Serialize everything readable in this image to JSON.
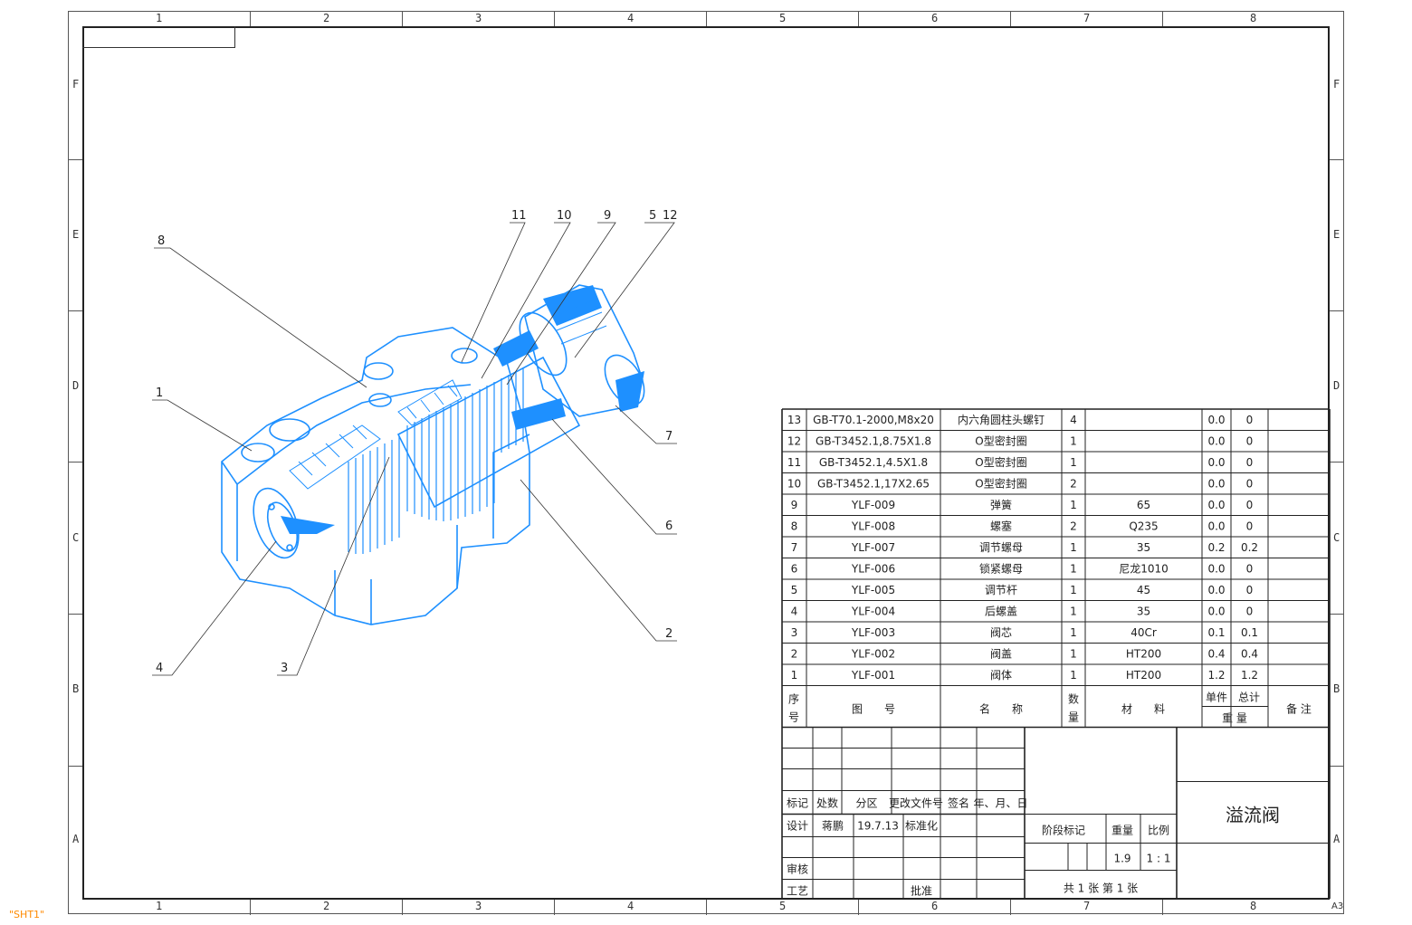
{
  "zones": {
    "columns": [
      "1",
      "2",
      "3",
      "4",
      "5",
      "6",
      "7",
      "8"
    ],
    "rows": [
      "F",
      "E",
      "D",
      "C",
      "B",
      "A"
    ]
  },
  "sheet_tag": "\"SHT1\"",
  "paper_size": "A3",
  "callouts": [
    "8",
    "1",
    "11",
    "10",
    "9",
    "5",
    "12",
    "7",
    "6",
    "2",
    "4",
    "3"
  ],
  "bom": {
    "rows": [
      {
        "no": "13",
        "code": "GB-T70.1-2000,M8x20",
        "name": "内六角圆柱头螺钉",
        "qty": "4",
        "material": "",
        "unit_w": "0.0",
        "total_w": "0",
        "note": ""
      },
      {
        "no": "12",
        "code": "GB-T3452.1,8.75X1.8",
        "name": "O型密封圈",
        "qty": "1",
        "material": "",
        "unit_w": "0.0",
        "total_w": "0",
        "note": ""
      },
      {
        "no": "11",
        "code": "GB-T3452.1,4.5X1.8",
        "name": "O型密封圈",
        "qty": "1",
        "material": "",
        "unit_w": "0.0",
        "total_w": "0",
        "note": ""
      },
      {
        "no": "10",
        "code": "GB-T3452.1,17X2.65",
        "name": "O型密封圈",
        "qty": "2",
        "material": "",
        "unit_w": "0.0",
        "total_w": "0",
        "note": ""
      },
      {
        "no": "9",
        "code": "YLF-009",
        "name": "弹簧",
        "qty": "1",
        "material": "65",
        "unit_w": "0.0",
        "total_w": "0",
        "note": ""
      },
      {
        "no": "8",
        "code": "YLF-008",
        "name": "螺塞",
        "qty": "2",
        "material": "Q235",
        "unit_w": "0.0",
        "total_w": "0",
        "note": ""
      },
      {
        "no": "7",
        "code": "YLF-007",
        "name": "调节螺母",
        "qty": "1",
        "material": "35",
        "unit_w": "0.2",
        "total_w": "0.2",
        "note": ""
      },
      {
        "no": "6",
        "code": "YLF-006",
        "name": "锁紧螺母",
        "qty": "1",
        "material": "尼龙1010",
        "unit_w": "0.0",
        "total_w": "0",
        "note": ""
      },
      {
        "no": "5",
        "code": "YLF-005",
        "name": "调节杆",
        "qty": "1",
        "material": "45",
        "unit_w": "0.0",
        "total_w": "0",
        "note": ""
      },
      {
        "no": "4",
        "code": "YLF-004",
        "name": "后螺盖",
        "qty": "1",
        "material": "35",
        "unit_w": "0.0",
        "total_w": "0",
        "note": ""
      },
      {
        "no": "3",
        "code": "YLF-003",
        "name": "阀芯",
        "qty": "1",
        "material": "40Cr",
        "unit_w": "0.1",
        "total_w": "0.1",
        "note": ""
      },
      {
        "no": "2",
        "code": "YLF-002",
        "name": "阀盖",
        "qty": "1",
        "material": "HT200",
        "unit_w": "0.4",
        "total_w": "0.4",
        "note": ""
      },
      {
        "no": "1",
        "code": "YLF-001",
        "name": "阀体",
        "qty": "1",
        "material": "HT200",
        "unit_w": "1.2",
        "total_w": "1.2",
        "note": ""
      }
    ],
    "header": {
      "no_a": "序",
      "no_b": "号",
      "code": "图　　号",
      "name": "名　　称",
      "qty_a": "数",
      "qty_b": "量",
      "material": "材　　料",
      "unit": "单件",
      "total": "总计",
      "weight": "重 量",
      "note": "备 注"
    }
  },
  "title_block": {
    "rev_headers": [
      "标记",
      "处数",
      "分区",
      "更改文件号",
      "签名",
      "年、月、日"
    ],
    "design_label": "设计",
    "designer": "蒋鹏",
    "design_date": "19.7.13",
    "standard_label": "标准化",
    "review_label": "审核",
    "process_label": "工艺",
    "approve_label": "批准",
    "stage_label": "阶段标记",
    "weight_label": "重量",
    "scale_label": "比例",
    "weight_value": "1.9",
    "scale_value": "1 : 1",
    "sheets": "共 1 张  第 1 张",
    "drawing_title": "溢流阀"
  },
  "colors": {
    "part": "#1e90ff",
    "line": "#222222",
    "sheet_tag": "#ff8a00"
  }
}
